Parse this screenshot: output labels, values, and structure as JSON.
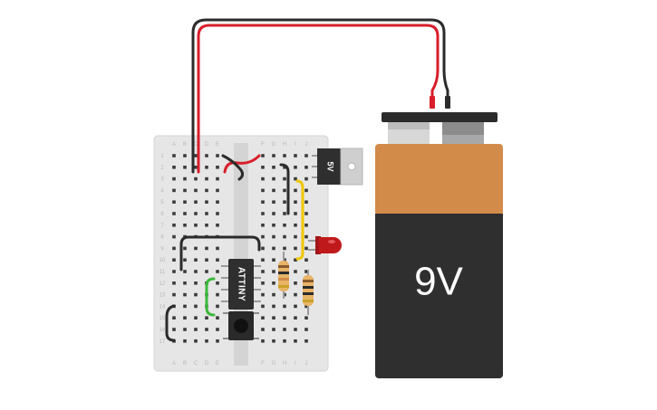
{
  "breadboard": {
    "column_letters_left": [
      "A",
      "B",
      "C",
      "D",
      "E"
    ],
    "column_letters_right": [
      "F",
      "G",
      "H",
      "I",
      "J"
    ],
    "row_count": 17,
    "colors": {
      "board": "#e6e6e6",
      "hole": "#3a3a3a",
      "channel": "#d2d2d2"
    }
  },
  "regulator": {
    "label": "5V"
  },
  "chip": {
    "label": "ATTINY"
  },
  "battery": {
    "label": "9V",
    "colors": {
      "cap": "#d38b4a",
      "body": "#2f2f2f"
    }
  },
  "wires": {
    "colors": {
      "red": "#d81e2a",
      "black": "#2b2b2b",
      "yellow": "#f0c800",
      "green": "#3cb83c"
    }
  },
  "led": {
    "color": "#c0191b"
  }
}
